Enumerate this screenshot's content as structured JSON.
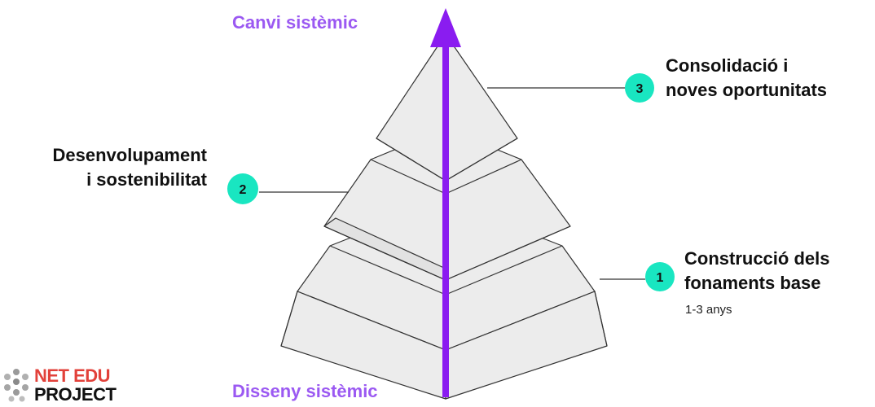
{
  "diagram": {
    "top_label": "Canvi sistèmic",
    "bottom_label": "Disseny sistèmic",
    "levels": [
      {
        "number": "1",
        "title_line1": "Construcció dels",
        "title_line2": "fonaments base",
        "subtitle": "1-3 anys"
      },
      {
        "number": "2",
        "title_line1": "Desenvolupament",
        "title_line2": "i sostenibilitat"
      },
      {
        "number": "3",
        "title_line1": "Consolidació i",
        "title_line2": "noves oportunitats"
      }
    ],
    "colors": {
      "arrow": "#8a1cf0",
      "badge": "#19e6c1",
      "axis_label": "#9b59f2",
      "tier_fill": "#ececec"
    }
  },
  "logo": {
    "line1": "NET EDU",
    "line2": "PROJECT",
    "icon": "people-group-icon"
  }
}
